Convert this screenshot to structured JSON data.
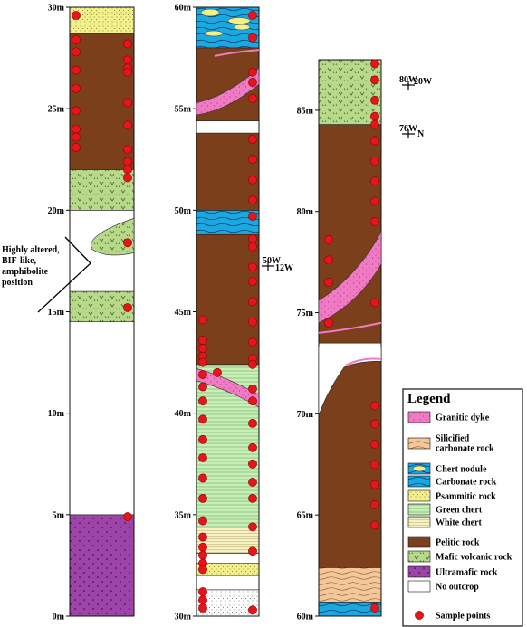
{
  "colors": {
    "pelitic": "#7b3f1c",
    "mafic": "#b8d98a",
    "ultramafic": "#9c44a8",
    "psammitic": "#f2f08a",
    "green_chert": "#c8efb6",
    "white_chert": "#f7f2c4",
    "carbonate": "#1aa8e0",
    "silicified": "#f3c79a",
    "granitic": "#f07ac4",
    "no_outcrop": "#ffffff",
    "sample": "#e8141c"
  },
  "columns": [
    {
      "id": "col1",
      "range": [
        0,
        30
      ],
      "ticks": [
        {
          "v": 30,
          "label": "30m"
        },
        {
          "v": 25,
          "label": "25m"
        },
        {
          "v": 20,
          "label": "20m"
        },
        {
          "v": 15,
          "label": "15m"
        },
        {
          "v": 10,
          "label": "10m"
        },
        {
          "v": 5,
          "label": "5m"
        },
        {
          "v": 0,
          "label": "0m"
        }
      ],
      "units": [
        {
          "from": 0,
          "to": 5,
          "rock": "ultramafic"
        },
        {
          "from": 5,
          "to": 14.5,
          "rock": "no_outcrop"
        },
        {
          "from": 14.5,
          "to": 16,
          "rock": "mafic"
        },
        {
          "from": 16,
          "to": 20,
          "rock": "no_outcrop"
        },
        {
          "from": 20,
          "to": 22,
          "rock": "mafic"
        },
        {
          "from": 22,
          "to": 28.7,
          "rock": "pelitic"
        },
        {
          "from": 28.7,
          "to": 30,
          "rock": "psammitic"
        }
      ],
      "samples": [
        {
          "side": "L",
          "v": 29.6
        },
        {
          "side": "L",
          "v": 28.4
        },
        {
          "side": "L",
          "v": 27.8
        },
        {
          "side": "L",
          "v": 26.9
        },
        {
          "side": "L",
          "v": 26.0
        },
        {
          "side": "L",
          "v": 24.9
        },
        {
          "side": "L",
          "v": 24.0
        },
        {
          "side": "L",
          "v": 23.6
        },
        {
          "side": "L",
          "v": 23.1
        },
        {
          "side": "R",
          "v": 28.2
        },
        {
          "side": "R",
          "v": 27.4
        },
        {
          "side": "R",
          "v": 27.0
        },
        {
          "side": "R",
          "v": 26.8
        },
        {
          "side": "R",
          "v": 25.3
        },
        {
          "side": "R",
          "v": 24.2
        },
        {
          "side": "R",
          "v": 23.0
        },
        {
          "side": "R",
          "v": 22.4
        },
        {
          "side": "R",
          "v": 22.0
        },
        {
          "side": "R",
          "v": 21.6
        },
        {
          "side": "R",
          "v": 18.4
        },
        {
          "side": "R",
          "v": 15.2
        },
        {
          "side": "R",
          "v": 4.9
        }
      ]
    },
    {
      "id": "col2",
      "range": [
        30,
        60
      ],
      "ticks": [
        {
          "v": 60,
          "label": "60m"
        },
        {
          "v": 55,
          "label": "55m"
        },
        {
          "v": 50,
          "label": "50m"
        },
        {
          "v": 45,
          "label": "45m"
        },
        {
          "v": 40,
          "label": "40m"
        },
        {
          "v": 35,
          "label": "35m"
        },
        {
          "v": 30,
          "label": "30m"
        }
      ],
      "units": [
        {
          "from": 30,
          "to": 31.3,
          "rock": "psammitic_dots"
        },
        {
          "from": 31.3,
          "to": 32.0,
          "rock": "no_outcrop"
        },
        {
          "from": 32.0,
          "to": 32.6,
          "rock": "psammitic"
        },
        {
          "from": 32.6,
          "to": 33.1,
          "rock": "no_outcrop"
        },
        {
          "from": 33.1,
          "to": 34.4,
          "rock": "white_chert"
        },
        {
          "from": 34.4,
          "to": 42.4,
          "rock": "green_chert"
        },
        {
          "from": 42.4,
          "to": 48.8,
          "rock": "pelitic"
        },
        {
          "from": 48.8,
          "to": 50.0,
          "rock": "carbonate"
        },
        {
          "from": 50.0,
          "to": 53.8,
          "rock": "pelitic"
        },
        {
          "from": 53.8,
          "to": 54.4,
          "rock": "no_outcrop"
        },
        {
          "from": 54.4,
          "to": 58.0,
          "rock": "pelitic"
        },
        {
          "from": 58.0,
          "to": 60.0,
          "rock": "carbonate"
        }
      ],
      "samples": [
        {
          "side": "L",
          "v": 44.6
        },
        {
          "side": "L",
          "v": 43.6
        },
        {
          "side": "L",
          "v": 43.2
        },
        {
          "side": "L",
          "v": 42.8
        },
        {
          "side": "L",
          "v": 42.5
        },
        {
          "side": "L",
          "v": 41.9
        },
        {
          "side": "L",
          "v": 41.3
        },
        {
          "side": "L",
          "v": 40.6
        },
        {
          "side": "L",
          "v": 39.7
        },
        {
          "side": "L",
          "v": 38.7
        },
        {
          "side": "L",
          "v": 37.8
        },
        {
          "side": "L",
          "v": 36.8
        },
        {
          "side": "L",
          "v": 35.8
        },
        {
          "side": "L",
          "v": 34.7
        },
        {
          "side": "L",
          "v": 33.9
        },
        {
          "side": "L",
          "v": 33.4
        },
        {
          "side": "L",
          "v": 33.0
        },
        {
          "side": "L",
          "v": 32.6
        },
        {
          "side": "L",
          "v": 32.3
        },
        {
          "side": "L",
          "v": 31.2
        },
        {
          "side": "L",
          "v": 30.8
        },
        {
          "side": "L",
          "v": 30.4
        },
        {
          "side": "M",
          "v": 42.0
        },
        {
          "side": "R",
          "v": 59.6
        },
        {
          "side": "R",
          "v": 58.5
        },
        {
          "side": "R",
          "v": 56.8
        },
        {
          "side": "R",
          "v": 56.3
        },
        {
          "side": "R",
          "v": 55.5
        },
        {
          "side": "R",
          "v": 53.5
        },
        {
          "side": "R",
          "v": 52.5
        },
        {
          "side": "R",
          "v": 51.5
        },
        {
          "side": "R",
          "v": 50.5
        },
        {
          "side": "R",
          "v": 49.7
        },
        {
          "side": "R",
          "v": 48.6
        },
        {
          "side": "R",
          "v": 48.2
        },
        {
          "side": "R",
          "v": 47.2
        },
        {
          "side": "R",
          "v": 46.5
        },
        {
          "side": "R",
          "v": 45.5
        },
        {
          "side": "R",
          "v": 44.5
        },
        {
          "side": "R",
          "v": 43.5
        },
        {
          "side": "R",
          "v": 42.7
        },
        {
          "side": "R",
          "v": 42.4
        },
        {
          "side": "R",
          "v": 41.2
        },
        {
          "side": "R",
          "v": 40.6
        },
        {
          "side": "R",
          "v": 39.5
        },
        {
          "side": "R",
          "v": 38.3
        },
        {
          "side": "R",
          "v": 37.5
        },
        {
          "side": "R",
          "v": 36.6
        },
        {
          "side": "R",
          "v": 35.8
        },
        {
          "side": "R",
          "v": 34.4
        },
        {
          "side": "R",
          "v": 33.2
        },
        {
          "side": "R",
          "v": 30.3
        }
      ]
    },
    {
      "id": "col3",
      "range": [
        60,
        87.5
      ],
      "ticks": [
        {
          "v": 85,
          "label": "85m"
        },
        {
          "v": 80,
          "label": "80m"
        },
        {
          "v": 75,
          "label": "75m"
        },
        {
          "v": 70,
          "label": "70m"
        },
        {
          "v": 65,
          "label": "65m"
        },
        {
          "v": 60,
          "label": "60m"
        }
      ],
      "units": [
        {
          "from": 60,
          "to": 60.7,
          "rock": "carbonate"
        },
        {
          "from": 60.7,
          "to": 62.4,
          "rock": "silicified"
        },
        {
          "from": 62.4,
          "to": 73.3,
          "rock": "pelitic"
        },
        {
          "from": 73.3,
          "to": 73.5,
          "rock": "no_outcrop"
        },
        {
          "from": 73.5,
          "to": 84.3,
          "rock": "pelitic"
        },
        {
          "from": 84.3,
          "to": 87.5,
          "rock": "mafic"
        }
      ],
      "samples": [
        {
          "side": "L",
          "v": 78.6
        },
        {
          "side": "L",
          "v": 77.6
        },
        {
          "side": "L",
          "v": 76.5
        },
        {
          "side": "L",
          "v": 74.5
        },
        {
          "side": "R",
          "v": 87.3
        },
        {
          "side": "R",
          "v": 86.5
        },
        {
          "side": "R",
          "v": 85.5
        },
        {
          "side": "R",
          "v": 84.7
        },
        {
          "side": "R",
          "v": 84.3
        },
        {
          "side": "R",
          "v": 83.5
        },
        {
          "side": "R",
          "v": 82.5
        },
        {
          "side": "R",
          "v": 81.5
        },
        {
          "side": "R",
          "v": 80.5
        },
        {
          "side": "R",
          "v": 79.5
        },
        {
          "side": "R",
          "v": 75.5
        },
        {
          "side": "R",
          "v": 70.4
        },
        {
          "side": "R",
          "v": 69.5
        },
        {
          "side": "R",
          "v": 68.5
        },
        {
          "side": "R",
          "v": 67.5
        },
        {
          "side": "R",
          "v": 66.5
        },
        {
          "side": "R",
          "v": 65.5
        },
        {
          "side": "R",
          "v": 64.5
        },
        {
          "side": "R",
          "v": 60.4
        }
      ]
    }
  ],
  "annotations": {
    "col1_note": [
      "Highly altered,",
      "BIF-like,",
      "amphibolite",
      "position"
    ],
    "strike1": {
      "top": "50W",
      "side": "12W"
    },
    "strike2": {
      "top": "80W",
      "side": "20W"
    },
    "strike3": {
      "top": "76W",
      "side": "N"
    }
  },
  "legend": {
    "title": "Legend",
    "items": [
      {
        "key": "granitic",
        "label": [
          "Granitic dyke"
        ]
      },
      {
        "key": "silicified",
        "label": [
          "Silicified",
          "carbonate rock"
        ]
      },
      {
        "key": "chert_nodule",
        "label": [
          "Chert nodule"
        ]
      },
      {
        "key": "carbonate",
        "label": [
          "Carbonate rock"
        ]
      },
      {
        "key": "psammitic",
        "label": [
          "Psammitic rock"
        ]
      },
      {
        "key": "green_chert",
        "label": [
          "Green chert"
        ]
      },
      {
        "key": "white_chert",
        "label": [
          "White chert"
        ]
      },
      {
        "key": "pelitic",
        "label": [
          "Pelitic rock"
        ]
      },
      {
        "key": "mafic",
        "label": [
          "Mafic volcanic rock"
        ]
      },
      {
        "key": "ultramafic",
        "label": [
          "Ultramafic rock"
        ]
      },
      {
        "key": "no_outcrop",
        "label": [
          "No outcrop"
        ]
      }
    ],
    "sample_label": "Sample points"
  }
}
